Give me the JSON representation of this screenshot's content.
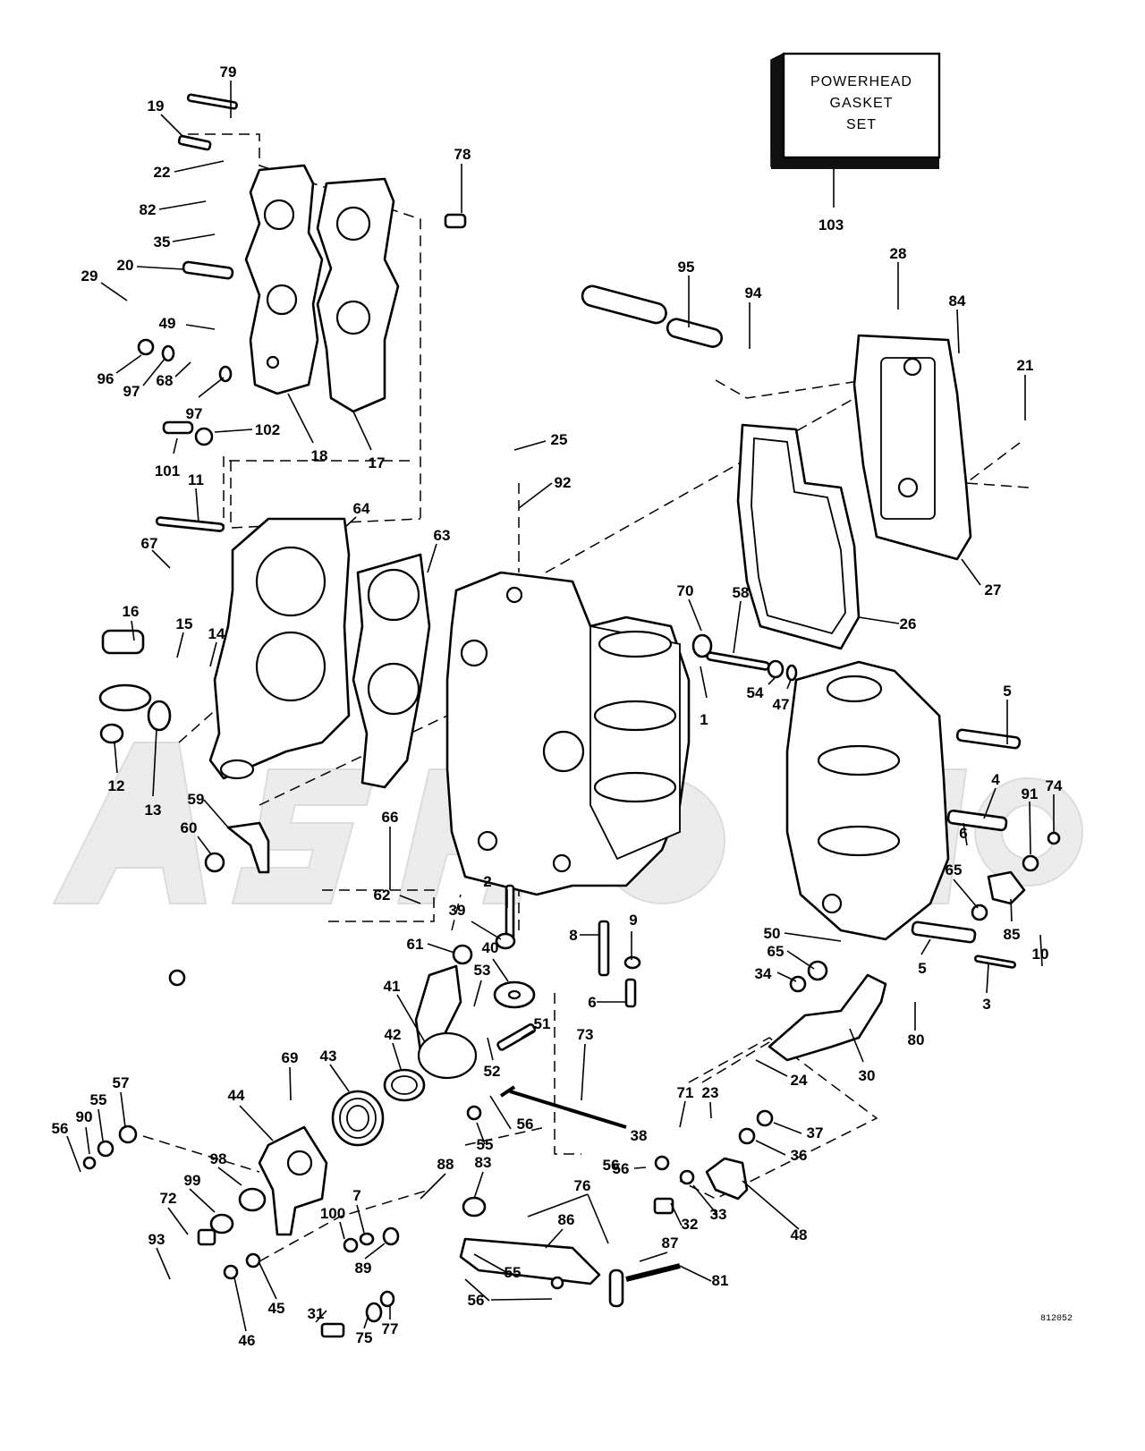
{
  "box_label": [
    "POWERHEAD",
    "GASKET",
    "SET"
  ],
  "drawing_code": "812052",
  "callout_numbers": [
    "79",
    "19",
    "22",
    "82",
    "35",
    "20",
    "29",
    "49",
    "96",
    "97",
    "68",
    "97",
    "101",
    "102",
    "18",
    "17",
    "78",
    "103",
    "95",
    "94",
    "28",
    "84",
    "21",
    "27",
    "26",
    "25",
    "92",
    "11",
    "64",
    "63",
    "67",
    "16",
    "15",
    "14",
    "12",
    "13",
    "59",
    "60",
    "66",
    "62",
    "70",
    "58",
    "1",
    "54",
    "47",
    "5",
    "4",
    "6",
    "91",
    "74",
    "65",
    "85",
    "10",
    "50",
    "65",
    "34",
    "5",
    "3",
    "80",
    "30",
    "24",
    "2",
    "39",
    "61",
    "40",
    "8",
    "9",
    "6",
    "41",
    "53",
    "51",
    "52",
    "42",
    "43",
    "69",
    "44",
    "73",
    "71",
    "23",
    "37",
    "36",
    "56",
    "55",
    "56",
    "57",
    "55",
    "90",
    "56",
    "98",
    "99",
    "72",
    "93",
    "100",
    "7",
    "89",
    "88",
    "83",
    "76",
    "86",
    "55",
    "56",
    "87",
    "81",
    "38",
    "56",
    "32",
    "33",
    "48",
    "31",
    "75",
    "77",
    "46",
    "45"
  ]
}
